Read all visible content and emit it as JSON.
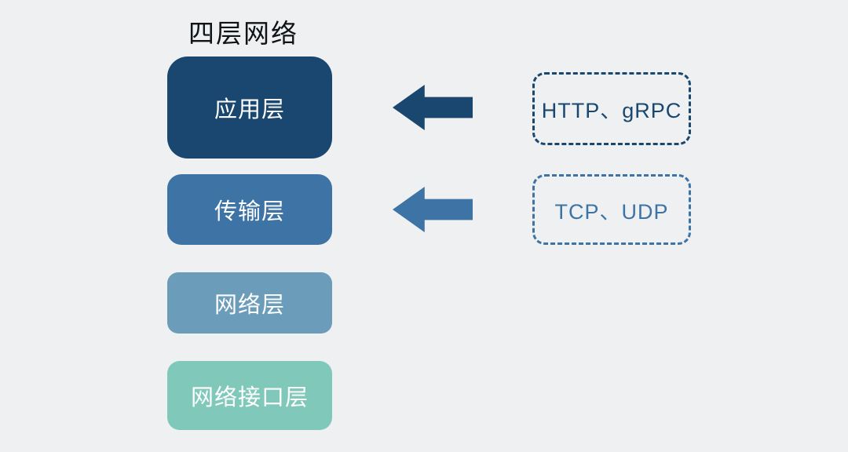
{
  "title": "四层网络",
  "background": "#eef0f1",
  "layers": [
    {
      "label": "应用层",
      "color": "#1a476f"
    },
    {
      "label": "传输层",
      "color": "#3e73a5"
    },
    {
      "label": "网络层",
      "color": "#6b9cb9"
    },
    {
      "label": "网络接口层",
      "color": "#80c9ba"
    }
  ],
  "arrows": [
    {
      "name": "arrow-to-application-layer",
      "color": "#1a476f"
    },
    {
      "name": "arrow-to-transport-layer",
      "color": "#3e73a5"
    }
  ],
  "protocols": [
    {
      "label": "HTTP、gRPC",
      "color": "#1a476f"
    },
    {
      "label": "TCP、UDP",
      "color": "#3e73a5"
    }
  ]
}
